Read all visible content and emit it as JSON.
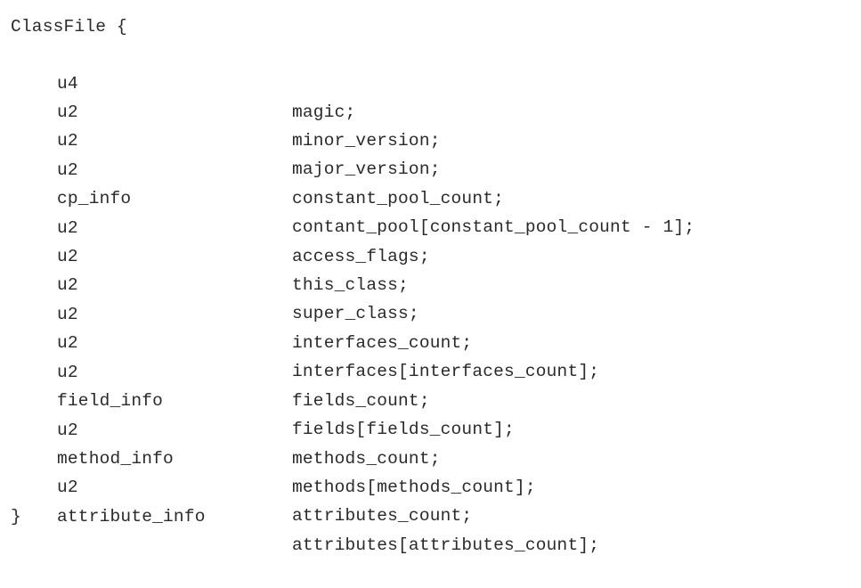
{
  "struct": {
    "open": "ClassFile {",
    "close": "}",
    "fields": [
      {
        "type": "u4",
        "name": "magic;"
      },
      {
        "type": "u2",
        "name": "minor_version;"
      },
      {
        "type": "u2",
        "name": "major_version;"
      },
      {
        "type": "u2",
        "name": "constant_pool_count;"
      },
      {
        "type": "cp_info",
        "name": "contant_pool[constant_pool_count - 1];"
      },
      {
        "type": "u2",
        "name": "access_flags;"
      },
      {
        "type": "u2",
        "name": "this_class;"
      },
      {
        "type": "u2",
        "name": "super_class;"
      },
      {
        "type": "u2",
        "name": "interfaces_count;"
      },
      {
        "type": "u2",
        "name": "interfaces[interfaces_count];"
      },
      {
        "type": "u2",
        "name": "fields_count;"
      },
      {
        "type": "field_info",
        "name": "fields[fields_count];"
      },
      {
        "type": "u2",
        "name": "methods_count;"
      },
      {
        "type": "method_info",
        "name": "methods[methods_count];"
      },
      {
        "type": "u2",
        "name": "attributes_count;"
      },
      {
        "type": "attribute_info",
        "name": "attributes[attributes_count];"
      }
    ]
  }
}
